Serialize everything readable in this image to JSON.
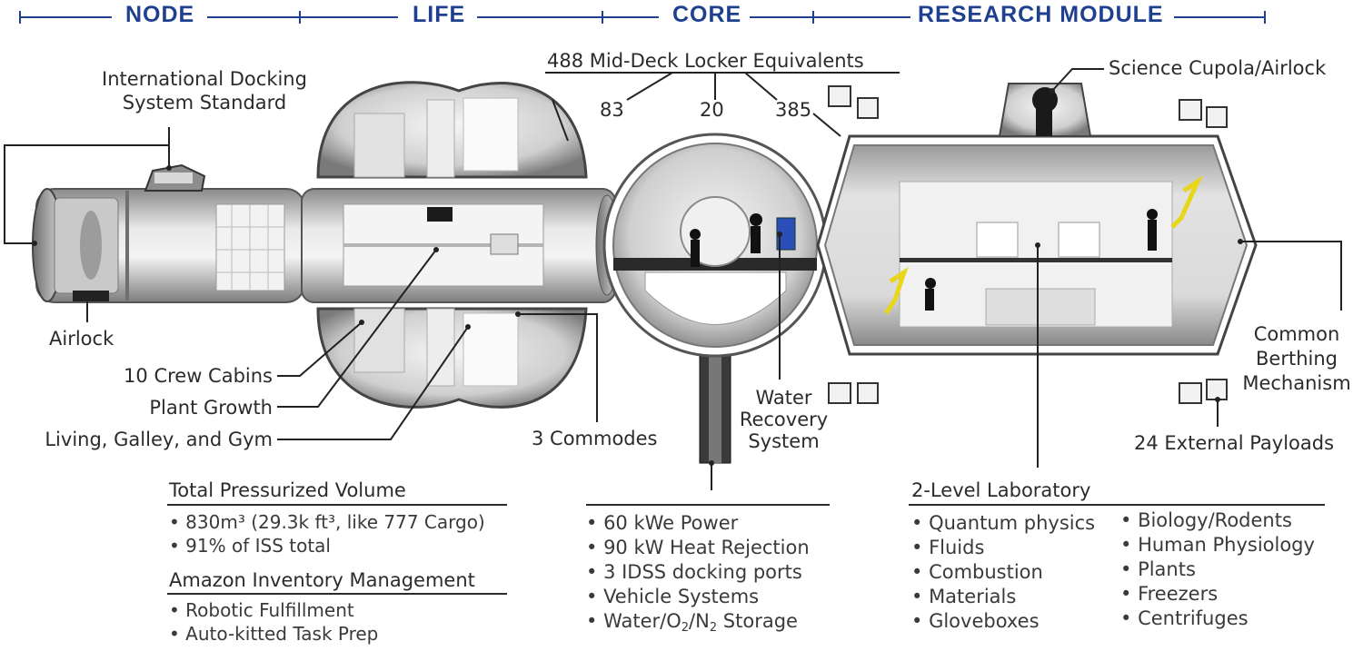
{
  "headers": {
    "node": "NODE",
    "life": "LIFE",
    "core": "CORE",
    "research": "RESEARCH MODULE"
  },
  "colors": {
    "header_blue": "#1f3f8f",
    "text": "#2b2b2b",
    "module_light": "#e6e6e6",
    "module_dark": "#8c8c8c",
    "accent_yellow": "#e8d61a"
  },
  "callouts": {
    "idss": [
      "International Docking",
      "System Standard"
    ],
    "airlock": "Airlock",
    "crew_cabins": "10 Crew Cabins",
    "plant_growth": "Plant Growth",
    "living": "Living, Galley, and Gym",
    "lockers_title": "488 Mid-Deck Locker Equivalents",
    "lockers_83": "83",
    "lockers_20": "20",
    "lockers_385": "385",
    "commodes": "3 Commodes",
    "water": [
      "Water",
      "Recovery",
      "System"
    ],
    "cupola": "Science Cupola/Airlock",
    "cbm": [
      "Common",
      "Berthing",
      "Mechanism"
    ],
    "payloads": "24 External Payloads"
  },
  "blocks": {
    "volume": {
      "title": "Total Pressurized Volume",
      "items": [
        "830m³ (29.3k ft³, like 777 Cargo)",
        "91% of ISS total"
      ]
    },
    "inventory": {
      "title": "Amazon Inventory Management",
      "items": [
        "Robotic Fulfillment",
        "Auto-kitted Task Prep"
      ]
    },
    "core": {
      "items": [
        "60 kWe Power",
        "90 kW Heat Rejection",
        "3 IDSS docking ports",
        "Vehicle Systems"
      ],
      "storage": {
        "prefix": "Water/O",
        "o_sub": "2",
        "mid": "/N",
        "n_sub": "2",
        "suffix": " Storage"
      }
    },
    "lab": {
      "title": "2-Level Laboratory",
      "col1": [
        "Quantum physics",
        "Fluids",
        "Combustion",
        "Materials",
        "Gloveboxes"
      ],
      "col2": [
        "Biology/Rodents",
        "Human Physiology",
        "Plants",
        "Freezers",
        "Centrifuges"
      ]
    }
  }
}
